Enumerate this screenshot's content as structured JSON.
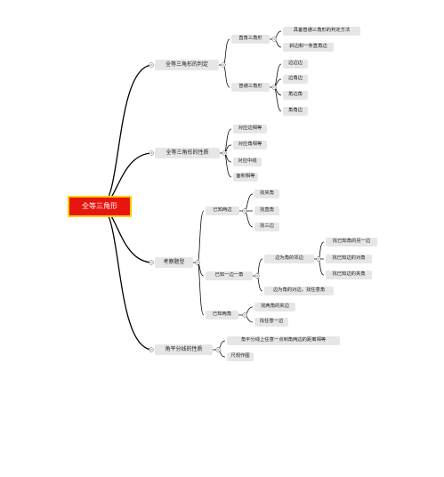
{
  "root": {
    "label": "全等三角形"
  },
  "branches": [
    {
      "label": "全等三角形的判定",
      "children": [
        {
          "label": "直角三角形",
          "children": [
            {
              "label": "具备普通三角形的判定方法"
            },
            {
              "label": "斜边和一条直角边"
            }
          ]
        },
        {
          "label": "普通三角形",
          "children": [
            {
              "label": "边边边"
            },
            {
              "label": "边角边"
            },
            {
              "label": "角边角"
            },
            {
              "label": "角角边"
            }
          ]
        }
      ]
    },
    {
      "label": "全等三角形的性质",
      "children": [
        {
          "label": "对应边相等"
        },
        {
          "label": "对应角相等"
        },
        {
          "label": "对应中线"
        },
        {
          "label": "面积相等"
        }
      ]
    },
    {
      "label": "考察题型",
      "children": [
        {
          "label": "已知两边",
          "children": [
            {
              "label": "找夹角"
            },
            {
              "label": "找直角"
            },
            {
              "label": "找三边"
            }
          ]
        },
        {
          "label": "已知一边一角",
          "children": [
            {
              "label": "边为角的邻边",
              "children": [
                {
                  "label": "找已知角的另一边"
                },
                {
                  "label": "找已知边的对角"
                },
                {
                  "label": "找已知边的夹角"
                }
              ]
            },
            {
              "label": "边为角的对边，找任意角"
            }
          ]
        },
        {
          "label": "已知两角",
          "children": [
            {
              "label": "找两角的夹边"
            },
            {
              "label": "找任意一边"
            }
          ]
        }
      ]
    },
    {
      "label": "角平分线的性质",
      "children": [
        {
          "label": "角平分线上任意一点到角两边的距离相等"
        },
        {
          "label": "尺规作图"
        }
      ]
    }
  ]
}
